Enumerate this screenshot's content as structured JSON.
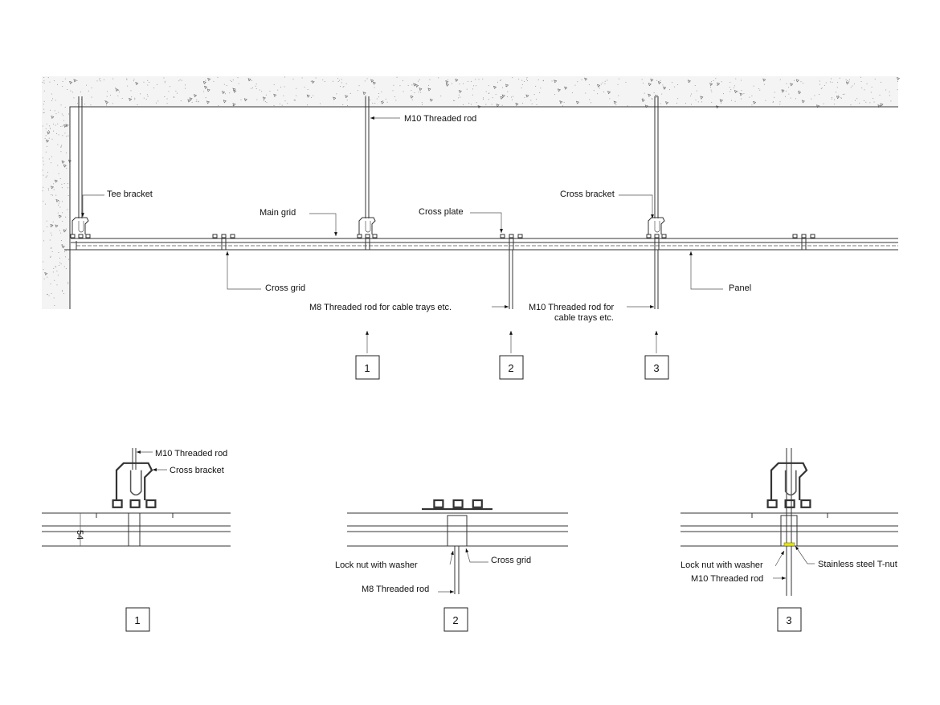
{
  "overview": {
    "labels": {
      "m10_rod": "M10 Threaded rod",
      "tee_bracket": "Tee bracket",
      "main_grid": "Main grid",
      "cross_plate": "Cross plate",
      "cross_bracket": "Cross bracket",
      "cross_grid": "Cross grid",
      "m8_rod_cable": "M8 Threaded rod for cable trays etc.",
      "m10_rod_cable_1": "M10 Threaded rod for",
      "m10_rod_cable_2": "cable trays etc.",
      "panel": "Panel"
    },
    "sections": [
      "1",
      "2",
      "3"
    ]
  },
  "details": [
    {
      "number": "1",
      "labels": {
        "rod": "M10 Threaded rod",
        "bracket": "Cross bracket",
        "dimension": "54"
      }
    },
    {
      "number": "2",
      "labels": {
        "lock_nut": "Lock nut with washer",
        "cross_grid": "Cross grid",
        "rod": "M8 Threaded rod"
      }
    },
    {
      "number": "3",
      "labels": {
        "lock_nut": "Lock nut with washer",
        "t_nut": "Stainless steel T-nut",
        "rod": "M10 Threaded rod"
      }
    },
    {
      "accent_color": "#e8e800"
    }
  ]
}
